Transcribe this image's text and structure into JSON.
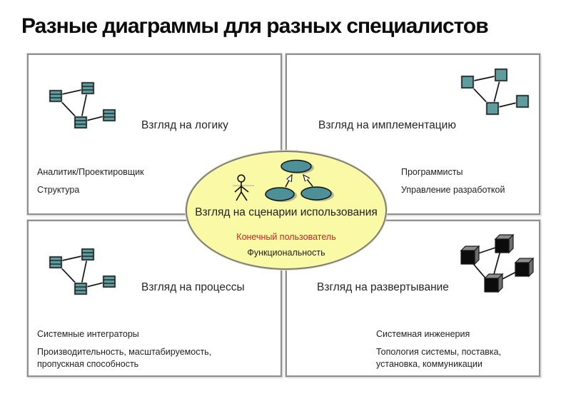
{
  "title": "Разные диаграммы для разных специалистов",
  "center": {
    "title": "Взгляд на сценарии использования",
    "audience": "Конечный пользователь",
    "focus": "Функциональность"
  },
  "quadrants": {
    "logic": {
      "title": "Взгляд на логику",
      "audience": "Аналитик/Проектировщик",
      "focus": "Структура",
      "icon": "class-diagram-icon"
    },
    "implementation": {
      "title": "Взгляд на имплементацию",
      "audience": "Программисты",
      "focus": "Управление разработкой",
      "icon": "component-diagram-icon"
    },
    "process": {
      "title": "Взгляд на процессы",
      "audience": "Системные интеграторы",
      "focus": "Производительность, масштабируемость, пропускная способность",
      "icon": "class-diagram-icon"
    },
    "deployment": {
      "title": "Взгляд на развертывание",
      "audience": "Системная инженерия",
      "focus": "Топология системы, поставка, установка, коммуникации",
      "icon": "deployment-cubes-icon"
    }
  },
  "colors": {
    "accent_red": "#CC2222",
    "node_teal": "#5E9C9E",
    "usecase_teal": "#4E9097",
    "center_yellow": "#FAFAA6",
    "panel_border": "#8F8F8F",
    "cube_black": "#0C0C0C"
  }
}
